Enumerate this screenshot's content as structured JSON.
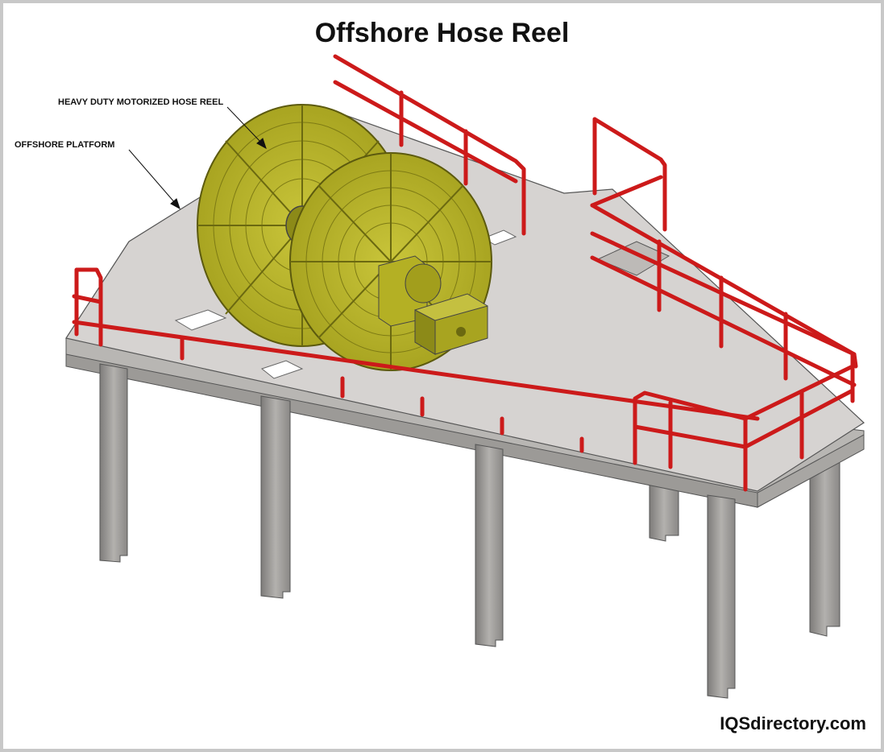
{
  "title": "Offshore Hose Reel",
  "callouts": {
    "reel": "HEAVY DUTY MOTORIZED HOSE REEL",
    "platform": "OFFSHORE PLATFORM"
  },
  "brand": "IQSdirectory.com",
  "colors": {
    "deck": "#d6d3d1",
    "steel": "#9a9896",
    "rail": "#cc1a1a",
    "reel": "#b8b426",
    "reel_dark": "#7d7a14"
  }
}
